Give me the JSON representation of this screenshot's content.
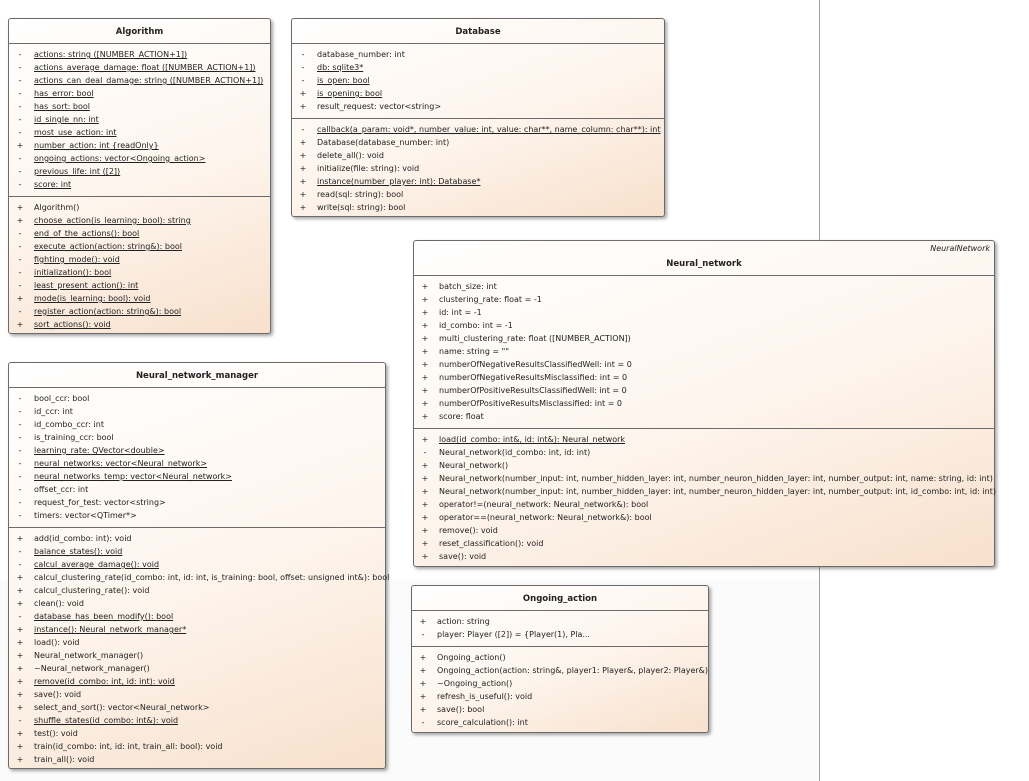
{
  "classes": [
    {
      "id": "algorithm",
      "name": "Algorithm",
      "attributes": [
        {
          "vis": "-",
          "text": "actions: string ([NUMBER_ACTION+1])",
          "u": true
        },
        {
          "vis": "-",
          "text": "actions_average_damage: float ([NUMBER_ACTION+1])",
          "u": true
        },
        {
          "vis": "-",
          "text": "actions_can_deal_damage: string ([NUMBER_ACTION+1])",
          "u": true
        },
        {
          "vis": "-",
          "text": "has_error: bool",
          "u": true
        },
        {
          "vis": "-",
          "text": "has_sort: bool",
          "u": true
        },
        {
          "vis": "-",
          "text": "id_single_nn: int",
          "u": true
        },
        {
          "vis": "-",
          "text": "most_use_action: int",
          "u": true
        },
        {
          "vis": "+",
          "text": "number_action: int {readOnly}",
          "u": true
        },
        {
          "vis": "-",
          "text": "ongoing_actions: vector<Ongoing_action>",
          "u": true
        },
        {
          "vis": "-",
          "text": "previous_life: int ([2])",
          "u": true
        },
        {
          "vis": "-",
          "text": "score: int",
          "u": true
        }
      ],
      "operations": [
        {
          "vis": "+",
          "text": "Algorithm()",
          "u": false
        },
        {
          "vis": "+",
          "text": "choose_action(is_learning: bool): string",
          "u": true
        },
        {
          "vis": "-",
          "text": "end_of_the_actions(): bool",
          "u": true
        },
        {
          "vis": "-",
          "text": "execute_action(action: string&): bool",
          "u": true
        },
        {
          "vis": "-",
          "text": "fighting_mode(): void",
          "u": true
        },
        {
          "vis": "-",
          "text": "initialization(): bool",
          "u": true
        },
        {
          "vis": "-",
          "text": "least_present_action(): int",
          "u": true
        },
        {
          "vis": "+",
          "text": "mode(is_learning: bool): void",
          "u": true
        },
        {
          "vis": "-",
          "text": "register_action(action: string&): bool",
          "u": true
        },
        {
          "vis": "+",
          "text": "sort_actions(): void",
          "u": true
        }
      ]
    },
    {
      "id": "database",
      "name": "Database",
      "attributes": [
        {
          "vis": "-",
          "text": "database_number: int",
          "u": false
        },
        {
          "vis": "-",
          "text": "db: sqlite3*",
          "u": true
        },
        {
          "vis": "-",
          "text": "is_open: bool",
          "u": true
        },
        {
          "vis": "+",
          "text": "is_opening: bool",
          "u": true
        },
        {
          "vis": "+",
          "text": "result_request: vector<string>",
          "u": false
        }
      ],
      "operations": [
        {
          "vis": "-",
          "text": "callback(a_param: void*, number_value: int, value: char**, name_column: char**): int",
          "u": true
        },
        {
          "vis": "+",
          "text": "Database(database_number: int)",
          "u": false
        },
        {
          "vis": "+",
          "text": "delete_all(): void",
          "u": false
        },
        {
          "vis": "+",
          "text": "initialize(file: string): void",
          "u": false
        },
        {
          "vis": "+",
          "text": "instance(number_player: int): Database*",
          "u": true
        },
        {
          "vis": "+",
          "text": "read(sql: string): bool",
          "u": false
        },
        {
          "vis": "+",
          "text": "write(sql: string): bool",
          "u": false
        }
      ]
    },
    {
      "id": "neural-network",
      "name": "Neural_network",
      "stereotype": "NeuralNetwork",
      "attributes": [
        {
          "vis": "+",
          "text": "batch_size: int",
          "u": false
        },
        {
          "vis": "+",
          "text": "clustering_rate: float = -1",
          "u": false
        },
        {
          "vis": "+",
          "text": "id: int = -1",
          "u": false
        },
        {
          "vis": "+",
          "text": "id_combo: int = -1",
          "u": false
        },
        {
          "vis": "+",
          "text": "multi_clustering_rate: float ([NUMBER_ACTION])",
          "u": false
        },
        {
          "vis": "+",
          "text": "name: string = \"\"",
          "u": false
        },
        {
          "vis": "+",
          "text": "numberOfNegativeResultsClassifiedWell: int = 0",
          "u": false
        },
        {
          "vis": "+",
          "text": "numberOfNegativeResultsMisclassified: int = 0",
          "u": false
        },
        {
          "vis": "+",
          "text": "numberOfPositiveResultsClassifiedWell: int = 0",
          "u": false
        },
        {
          "vis": "+",
          "text": "numberOfPositiveResultsMisclassified: int = 0",
          "u": false
        },
        {
          "vis": "+",
          "text": "score: float",
          "u": false
        }
      ],
      "operations": [
        {
          "vis": "+",
          "text": "load(id_combo: int&, id: int&): Neural_network",
          "u": true
        },
        {
          "vis": "-",
          "text": "Neural_network(id_combo: int, id: int)",
          "u": false
        },
        {
          "vis": "+",
          "text": "Neural_network()",
          "u": false
        },
        {
          "vis": "+",
          "text": "Neural_network(number_input: int, number_hidden_layer: int, number_neuron_hidden_layer: int, number_output: int, name: string, id: int)",
          "u": false
        },
        {
          "vis": "+",
          "text": "Neural_network(number_input: int, number_hidden_layer: int, number_neuron_hidden_layer: int, number_output: int, id_combo: int, id: int)",
          "u": false
        },
        {
          "vis": "+",
          "text": "operator!=(neural_network: Neural_network&): bool",
          "u": false
        },
        {
          "vis": "+",
          "text": "operator==(neural_network: Neural_network&): bool",
          "u": false
        },
        {
          "vis": "+",
          "text": "remove(): void",
          "u": false
        },
        {
          "vis": "+",
          "text": "reset_classification(): void",
          "u": false
        },
        {
          "vis": "+",
          "text": "save(): void",
          "u": false
        }
      ]
    },
    {
      "id": "neural-network-manager",
      "name": "Neural_network_manager",
      "attributes": [
        {
          "vis": "-",
          "text": "bool_ccr: bool",
          "u": false
        },
        {
          "vis": "-",
          "text": "id_ccr: int",
          "u": false
        },
        {
          "vis": "-",
          "text": "id_combo_ccr: int",
          "u": false
        },
        {
          "vis": "-",
          "text": "is_training_ccr: bool",
          "u": false
        },
        {
          "vis": "-",
          "text": "learning_rate: QVector<double>",
          "u": true
        },
        {
          "vis": "-",
          "text": "neural_networks: vector<Neural_network>",
          "u": true
        },
        {
          "vis": "-",
          "text": "neural_networks_temp: vector<Neural_network>",
          "u": true
        },
        {
          "vis": "-",
          "text": "offset_ccr: int",
          "u": false
        },
        {
          "vis": "-",
          "text": "request_for_test: vector<string>",
          "u": false
        },
        {
          "vis": "-",
          "text": "timers: vector<QTimer*>",
          "u": false
        }
      ],
      "operations": [
        {
          "vis": "+",
          "text": "add(id_combo: int): void",
          "u": false
        },
        {
          "vis": "-",
          "text": "balance_states(): void",
          "u": true
        },
        {
          "vis": "-",
          "text": "calcul_average_damage(): void",
          "u": true
        },
        {
          "vis": "+",
          "text": "calcul_clustering_rate(id_combo: int, id: int, is_training: bool, offset: unsigned int&): bool",
          "u": false
        },
        {
          "vis": "+",
          "text": "calcul_clustering_rate(): void",
          "u": false
        },
        {
          "vis": "+",
          "text": "clean(): void",
          "u": false
        },
        {
          "vis": "-",
          "text": "database_has_been_modify(): bool",
          "u": true
        },
        {
          "vis": "+",
          "text": "instance(): Neural_network_manager*",
          "u": true
        },
        {
          "vis": "+",
          "text": "load(): void",
          "u": false
        },
        {
          "vis": "+",
          "text": "Neural_network_manager()",
          "u": false
        },
        {
          "vis": "+",
          "text": "~Neural_network_manager()",
          "u": false
        },
        {
          "vis": "+",
          "text": "remove(id_combo: int, id: int): void",
          "u": true
        },
        {
          "vis": "+",
          "text": "save(): void",
          "u": false
        },
        {
          "vis": "+",
          "text": "select_and_sort(): vector<Neural_network>",
          "u": false
        },
        {
          "vis": "-",
          "text": "shuffle_states(id_combo: int&): void",
          "u": true
        },
        {
          "vis": "+",
          "text": "test(): void",
          "u": false
        },
        {
          "vis": "+",
          "text": "train(id_combo: int, id: int, train_all: bool): void",
          "u": false
        },
        {
          "vis": "+",
          "text": "train_all(): void",
          "u": false
        }
      ]
    },
    {
      "id": "ongoing-action",
      "name": "Ongoing_action",
      "attributes": [
        {
          "vis": "+",
          "text": "action: string",
          "u": false
        },
        {
          "vis": "-",
          "text": "player: Player ([2]) = {Player(1), Pla...",
          "u": false
        }
      ],
      "operations": [
        {
          "vis": "+",
          "text": "Ongoing_action()",
          "u": false
        },
        {
          "vis": "+",
          "text": "Ongoing_action(action: string&, player1: Player&, player2: Player&)",
          "u": false
        },
        {
          "vis": "+",
          "text": "~Ongoing_action()",
          "u": false
        },
        {
          "vis": "+",
          "text": "refresh_is_useful(): void",
          "u": false
        },
        {
          "vis": "+",
          "text": "save(): bool",
          "u": false
        },
        {
          "vis": "-",
          "text": "score_calculation(): int",
          "u": false
        }
      ]
    }
  ]
}
